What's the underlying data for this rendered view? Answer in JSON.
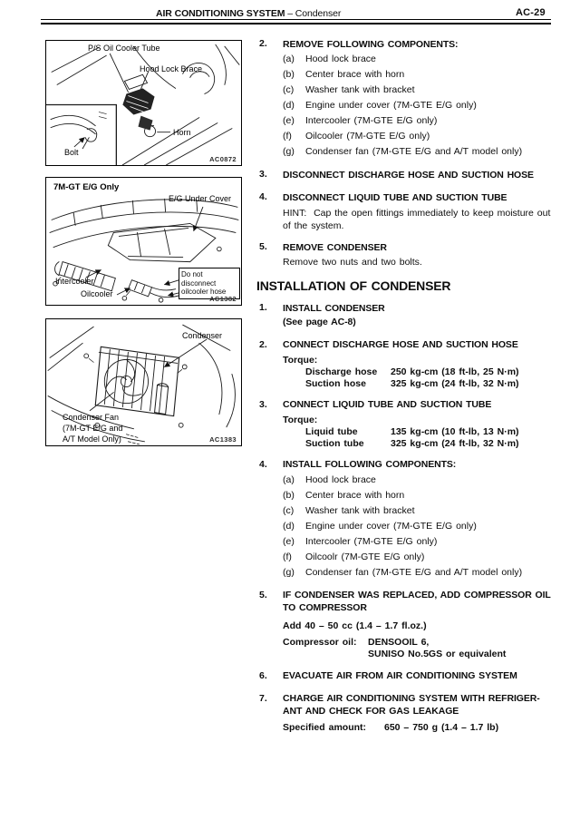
{
  "header": {
    "section": "AIR CONDITIONING SYSTEM",
    "dash": "–",
    "subsection": "Condenser",
    "page": "AC-29"
  },
  "figures": {
    "fig1": {
      "labels": {
        "ps_tube": "P/S Oil Cooler Tube",
        "hood_lock": "Hood Lock Brace",
        "horn": "Horn",
        "bolt": "Bolt"
      },
      "code": "AC0872"
    },
    "fig2": {
      "caption": "7M-GT E/G Only",
      "labels": {
        "under_cover": "E/G Under Cover",
        "intercooler": "Intercooler",
        "oilcooler": "Oilcooler"
      },
      "note": "Do not disconnect oilcooler hose",
      "code": "AC1382"
    },
    "fig3": {
      "labels": {
        "condenser": "Condenser",
        "fan_line1": "Condenser Fan",
        "fan_line2": "(7M-GT E/G and",
        "fan_line3": "A/T Model Only)"
      },
      "code": "AC1383"
    }
  },
  "removal": {
    "step2": {
      "num": "2.",
      "heading": "REMOVE FOLLOWING COMPONENTS:",
      "items": [
        {
          "tag": "(a)",
          "text": "Hood lock brace"
        },
        {
          "tag": "(b)",
          "text": "Center brace with horn"
        },
        {
          "tag": "(c)",
          "text": "Washer tank with bracket"
        },
        {
          "tag": "(d)",
          "text": "Engine under cover (7M-GTE E/G only)"
        },
        {
          "tag": "(e)",
          "text": "Intercooler (7M-GTE E/G only)"
        },
        {
          "tag": "(f)",
          "text": "Oilcooler (7M-GTE E/G only)"
        },
        {
          "tag": "(g)",
          "text": "Condenser fan (7M-GTE E/G and A/T model only)"
        }
      ]
    },
    "step3": {
      "num": "3.",
      "heading": "DISCONNECT DISCHARGE HOSE AND SUCTION HOSE"
    },
    "step4": {
      "num": "4.",
      "heading": "DISCONNECT LIQUID TUBE AND SUCTION TUBE",
      "hint": "HINT:  Cap the open fittings immediately to keep moisture out of the system."
    },
    "step5": {
      "num": "5.",
      "heading": "REMOVE CONDENSER",
      "body": "Remove two nuts and two bolts."
    }
  },
  "installation": {
    "title": "INSTALLATION OF CONDENSER",
    "step1": {
      "num": "1.",
      "heading": "INSTALL CONDENSER",
      "sub": "(See page AC-8)"
    },
    "step2": {
      "num": "2.",
      "heading": "CONNECT DISCHARGE HOSE AND SUCTION HOSE",
      "torque_label": "Torque:",
      "rows": [
        {
          "label": "Discharge hose",
          "value": "250 kg-cm (18 ft-lb, 25 N·m)"
        },
        {
          "label": "Suction hose",
          "value": "325 kg-cm (24 ft-lb, 32 N·m)"
        }
      ]
    },
    "step3": {
      "num": "3.",
      "heading": "CONNECT LIQUID TUBE AND SUCTION TUBE",
      "torque_label": "Torque:",
      "rows": [
        {
          "label": "Liquid tube",
          "value": "135 kg-cm (10 ft-lb, 13 N·m)"
        },
        {
          "label": "Suction tube",
          "value": "325 kg-cm (24 ft-lb, 32 N·m)"
        }
      ]
    },
    "step4": {
      "num": "4.",
      "heading": "INSTALL FOLLOWING COMPONENTS:",
      "items": [
        {
          "tag": "(a)",
          "text": "Hood lock brace"
        },
        {
          "tag": "(b)",
          "text": "Center brace with horn"
        },
        {
          "tag": "(c)",
          "text": "Washer tank with bracket"
        },
        {
          "tag": "(d)",
          "text": "Engine under cover (7M-GTE E/G only)"
        },
        {
          "tag": "(e)",
          "text": "Intercooler (7M-GTE E/G only)"
        },
        {
          "tag": "(f)",
          "text": "Oilcoolr (7M-GTE E/G only)"
        },
        {
          "tag": "(g)",
          "text": "Condenser fan (7M-GTE E/G and A/T model only)"
        }
      ]
    },
    "step5": {
      "num": "5.",
      "heading_line1": "IF CONDENSER WAS REPLACED, ADD COMPRESSOR OIL",
      "heading_line2": "TO COMPRESSOR",
      "body": "Add 40 – 50 cc (1.4 – 1.7 fl.oz.)",
      "spec_label": "Compressor oil:",
      "spec_value1": "DENSOOIL 6,",
      "spec_value2": "SUNISO No.5GS or equivalent"
    },
    "step6": {
      "num": "6.",
      "heading": "EVACUATE AIR FROM AIR CONDITIONING SYSTEM"
    },
    "step7": {
      "num": "7.",
      "heading_line1": "CHARGE AIR CONDITIONING SYSTEM WITH REFRIGER-",
      "heading_line2": "ANT AND CHECK FOR GAS LEAKAGE",
      "spec_label": "Specified amount:",
      "spec_value": "650 – 750 g (1.4 – 1.7 lb)"
    }
  }
}
